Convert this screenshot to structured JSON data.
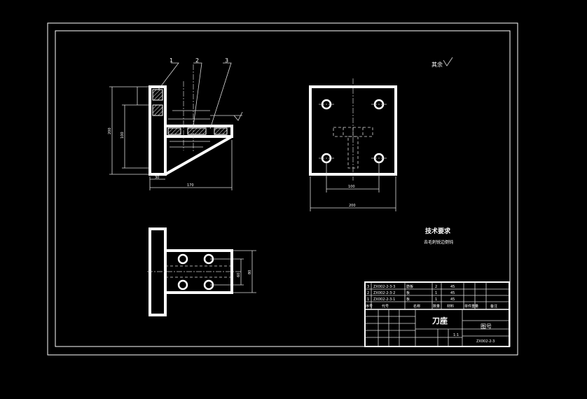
{
  "callouts": {
    "c1": "1",
    "c2": "2",
    "c3": "3"
  },
  "surface_note": "其余",
  "dimensions": {
    "height_overall": "200",
    "height_inner": "100",
    "width_overall": "170",
    "flange": "30",
    "hole_spacing": "100",
    "plate_width": "200",
    "side_height": "80",
    "side_spacing": "60"
  },
  "technical_requirements": {
    "title": "技术要求",
    "line1": "去毛刺锐边倒钝"
  },
  "title_block": {
    "part_name": "刀座",
    "drawing_type": "图号",
    "drawing_number": "ZX002-2-3",
    "scale": "1:1",
    "bom_rows": [
      {
        "index": "3",
        "code": "ZX002-2-3-3",
        "name": "筋板",
        "qty": "2",
        "material": "45"
      },
      {
        "index": "2",
        "code": "ZX002-2-3-2",
        "name": "板",
        "qty": "1",
        "material": "45"
      },
      {
        "index": "1",
        "code": "ZX002-2-3-1",
        "name": "板",
        "qty": "1",
        "material": "45"
      }
    ],
    "header": {
      "no": "序号",
      "code": "代号",
      "name": "名称",
      "qty": "数量",
      "material": "材料",
      "weight": "单件重量",
      "note": "备注"
    }
  }
}
